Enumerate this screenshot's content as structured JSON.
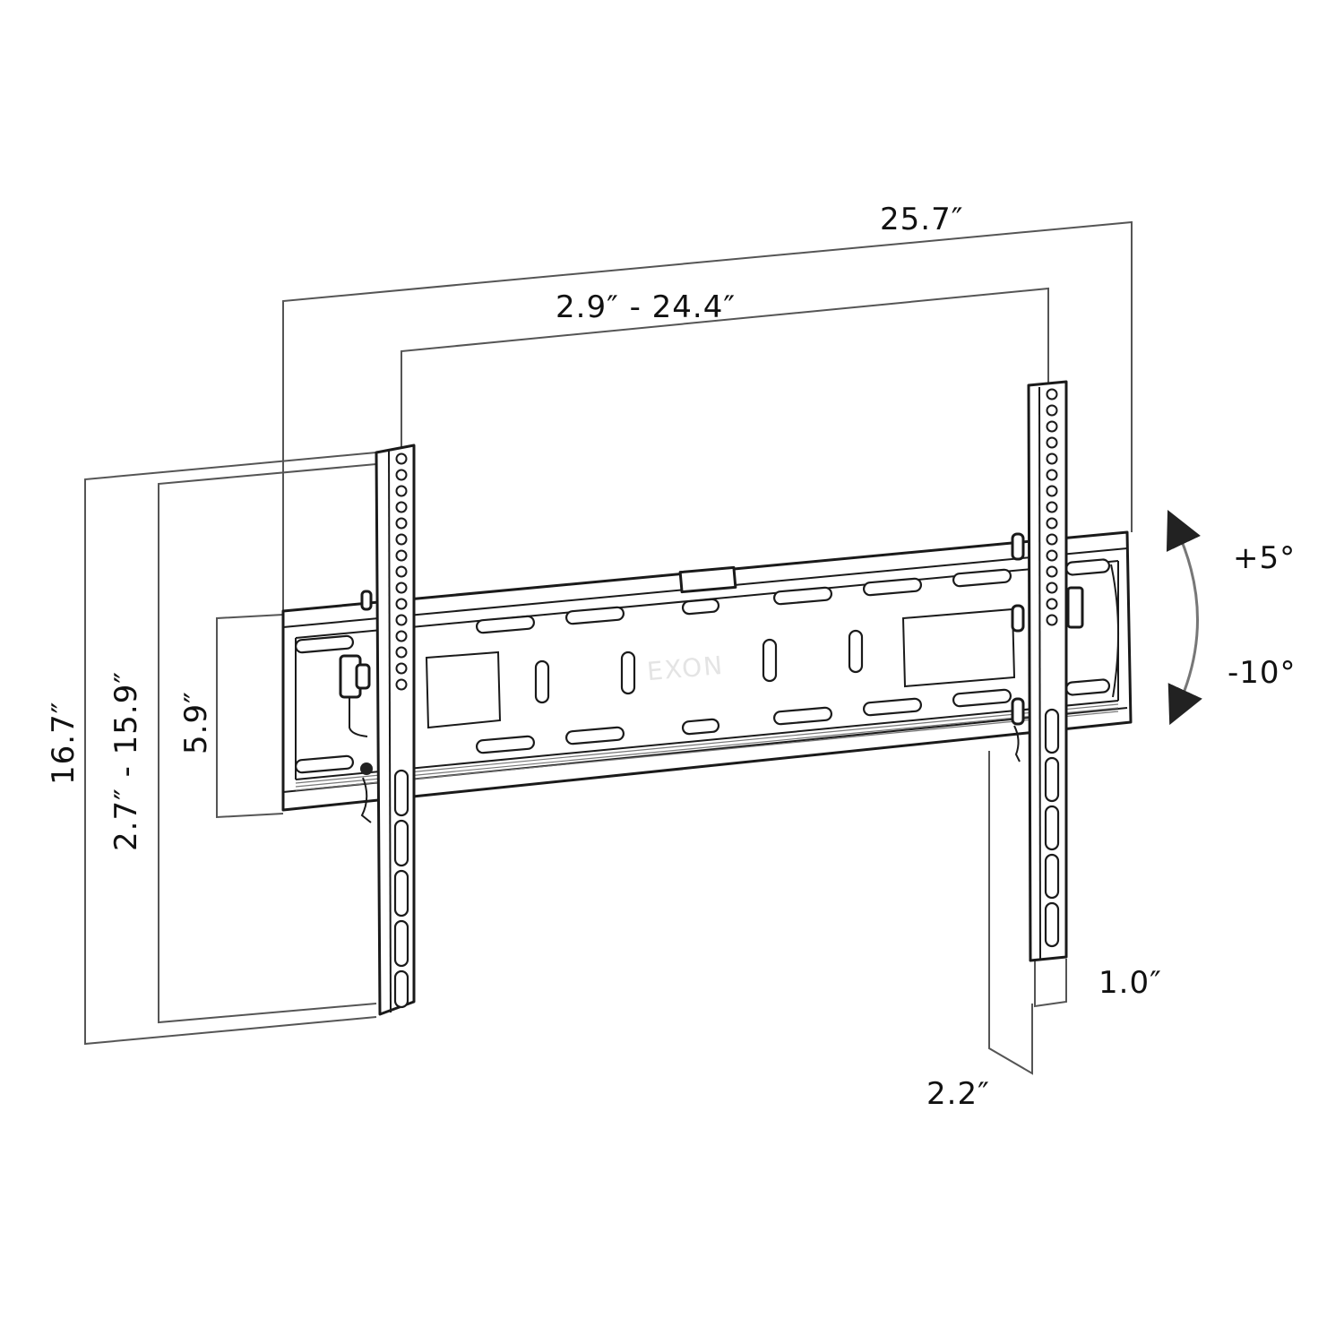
{
  "diagram": {
    "subject": "Tilting TV wall mount dimensions",
    "logo_text": "EXON",
    "dimensions": {
      "overall_width": "25.7″",
      "bracket_spacing_range": "2.9″ - 24.4″",
      "overall_height": "16.7″",
      "vertical_range": "2.7″ - 15.9″",
      "wall_plate_height": "5.9″",
      "bracket_width": "1.0″",
      "depth": "2.2″"
    },
    "tilt": {
      "up": "+5°",
      "down": "-10°"
    },
    "colors": {
      "line": "#1a1a1a",
      "dimension_line": "#555555",
      "background": "#ffffff"
    }
  }
}
